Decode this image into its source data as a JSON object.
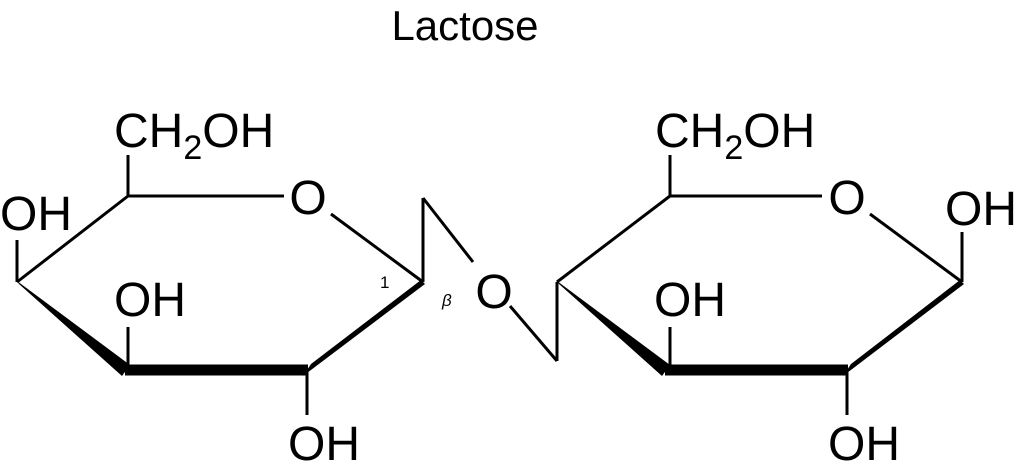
{
  "title": "Lactose",
  "galactose_ring": {
    "ch2oh": {
      "main": "CH",
      "sub": "2",
      "tail": "OH"
    },
    "ring_oxygen": "O",
    "c4_oh": "OH",
    "c3_oh": "OH",
    "c2_oh": "OH",
    "anomeric_carbon_number": "1",
    "anomeric_config": "β"
  },
  "glycosidic_oxygen": "O",
  "glucose_ring": {
    "ch2oh": {
      "main": "CH",
      "sub": "2",
      "tail": "OH"
    },
    "ring_oxygen": "O",
    "c1_oh": "OH",
    "c3_oh": "OH",
    "c2_oh": "OH"
  }
}
